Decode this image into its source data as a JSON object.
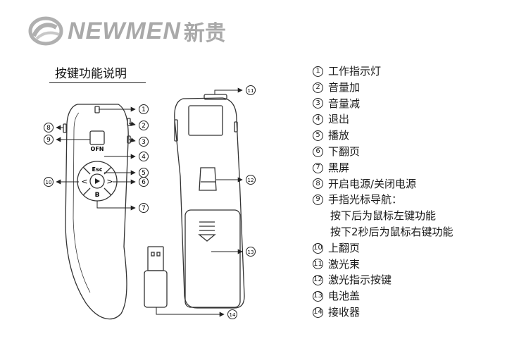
{
  "brand": {
    "name": "NEWMEN",
    "cn_name": "新贵",
    "logo_icon": "newmen-swirl-logo"
  },
  "section_title": "按键功能说明",
  "buttons": {
    "ofn_label": "OFN",
    "esc_label": "Esc",
    "b_label": "B",
    "left_glyph": "<",
    "right_glyph": ">"
  },
  "callouts": [
    "1",
    "2",
    "3",
    "4",
    "5",
    "6",
    "7",
    "8",
    "9",
    "10",
    "11",
    "12",
    "13",
    "14"
  ],
  "legend": [
    {
      "num": "1",
      "text": "工作指示灯"
    },
    {
      "num": "2",
      "text": "音量加"
    },
    {
      "num": "3",
      "text": "音量减"
    },
    {
      "num": "4",
      "text": "退出"
    },
    {
      "num": "5",
      "text": "播放"
    },
    {
      "num": "6",
      "text": "下翻页"
    },
    {
      "num": "7",
      "text": "黑屏"
    },
    {
      "num": "8",
      "text": "开启电源/关闭电源"
    },
    {
      "num": "9",
      "text": "手指光标导航："
    },
    {
      "sub": "按下后为鼠标左键功能"
    },
    {
      "sub": "按下2秒后为鼠标右键功能"
    },
    {
      "num": "10",
      "text": "上翻页"
    },
    {
      "num": "11",
      "text": "激光束"
    },
    {
      "num": "12",
      "text": "激光指示按键"
    },
    {
      "num": "13",
      "text": "电池盖"
    },
    {
      "num": "14",
      "text": "接收器"
    }
  ],
  "colors": {
    "logo_gray": "#a9a9a9",
    "line": "#222222"
  }
}
